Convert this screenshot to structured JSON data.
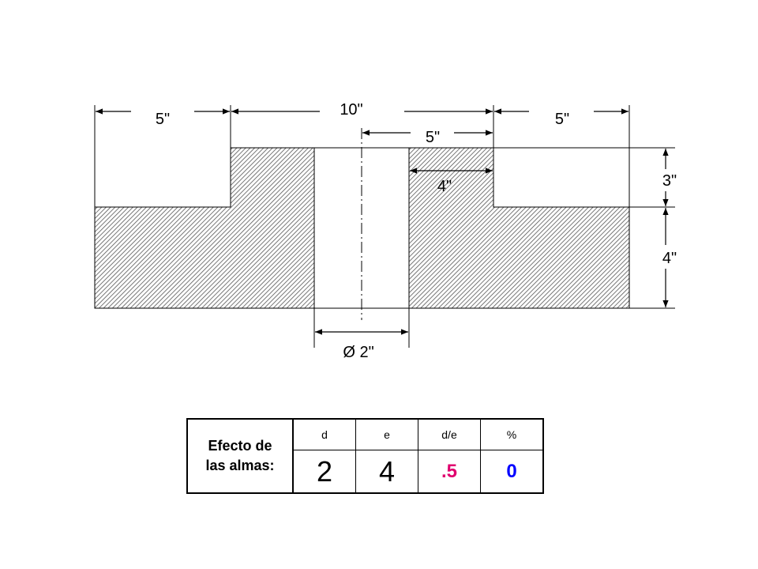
{
  "colors": {
    "line": "#000000",
    "ratio_value": "#e0006e",
    "percent_value": "#0000ff"
  },
  "dimensions": {
    "left_flange": "5\"",
    "overall_web": "10\"",
    "right_flange": "5\"",
    "center_to_web": "5\"",
    "inner_web": "4\"",
    "web_height": "3\"",
    "base_height": "4\"",
    "hole_diameter": "Ø 2\""
  },
  "table": {
    "label_line1": "Efecto de",
    "label_line2": "las almas:",
    "headers": [
      "d",
      "e",
      "d/e",
      "%"
    ],
    "values": [
      "2",
      "4",
      ".5",
      "0"
    ]
  }
}
